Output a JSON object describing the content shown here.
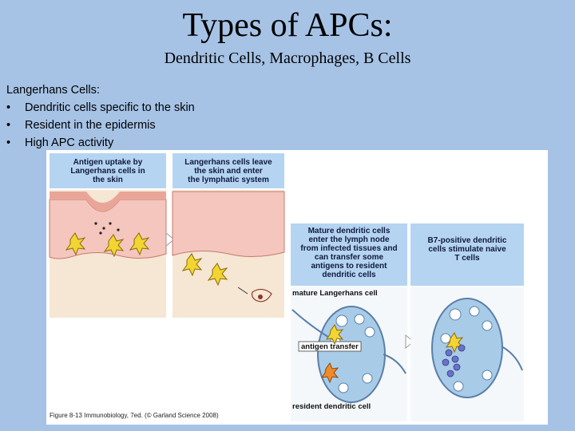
{
  "slide": {
    "title": "Types of APCs:",
    "subtitle": "Dendritic Cells, Macrophages, B Cells"
  },
  "langerhans": {
    "heading": "Langerhans Cells:",
    "bullet_char": "•",
    "points": [
      "Dendritic cells specific to the skin",
      "Resident in the epidermis",
      "High APC activity"
    ]
  },
  "figure": {
    "panels": [
      {
        "lines": [
          "Antigen uptake by",
          "Langerhans cells in",
          "the skin"
        ]
      },
      {
        "lines": [
          "Langerhans cells leave",
          "the skin and enter",
          "the lymphatic system"
        ]
      },
      {
        "lines": [
          "Mature dendritic cells",
          "enter the lymph node",
          "from infected tissues and",
          "can transfer some",
          "antigens to resident",
          "dendritic cells"
        ]
      },
      {
        "lines": [
          "B7-positive dendritic",
          "cells stimulate naive",
          "T cells"
        ]
      }
    ],
    "labels": {
      "mature": "mature Langerhans cell",
      "transfer": "antigen transfer",
      "resident": "resident dendritic cell"
    },
    "caption": "Figure 8-13 Immunobiology, 7ed. (© Garland Science 2008)"
  },
  "colors": {
    "background": "#a6c3e6",
    "panel_label_bg": "#b5d4f2",
    "skin_top": "#f4c6bd",
    "dermis": "#f6e6d4",
    "lymph_node": "#a8cce8",
    "cell_yellow": "#f2d531"
  }
}
